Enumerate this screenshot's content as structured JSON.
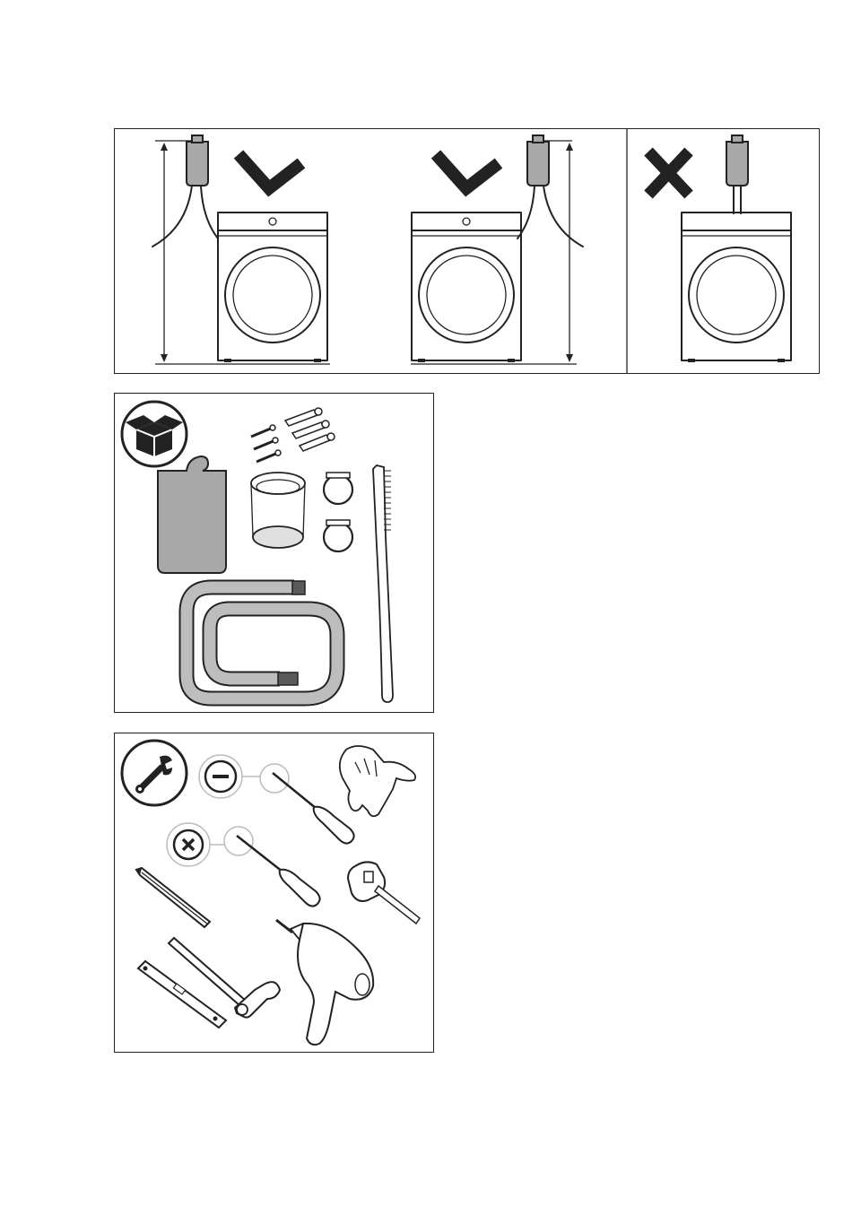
{
  "figures": {
    "installation_positions": {
      "options": [
        {
          "status": "correct",
          "icon": "checkmark-icon"
        },
        {
          "status": "correct",
          "icon": "checkmark-icon"
        },
        {
          "status": "incorrect",
          "icon": "cross-icon"
        }
      ]
    },
    "package_contents": {
      "badge_icon": "open-box-icon",
      "items": [
        "drain-container-icon",
        "screw-icon",
        "wall-plug-icon",
        "filter-ring-icon",
        "hose-clamp-icon",
        "drain-hose-icon",
        "cleaning-brush-icon"
      ]
    },
    "required_tools": {
      "badge_icon": "wrench-icon",
      "items": [
        "flat-screwdriver-icon",
        "cross-screwdriver-icon",
        "gloves-icon",
        "pencil-icon",
        "tape-measure-icon",
        "drill-icon",
        "spirit-level-icon",
        "hammer-icon"
      ]
    }
  },
  "colors": {
    "line": "#222222",
    "fill_grey": "#a8a8a8",
    "fill_light": "#d4d4d4",
    "check": "#222222"
  }
}
